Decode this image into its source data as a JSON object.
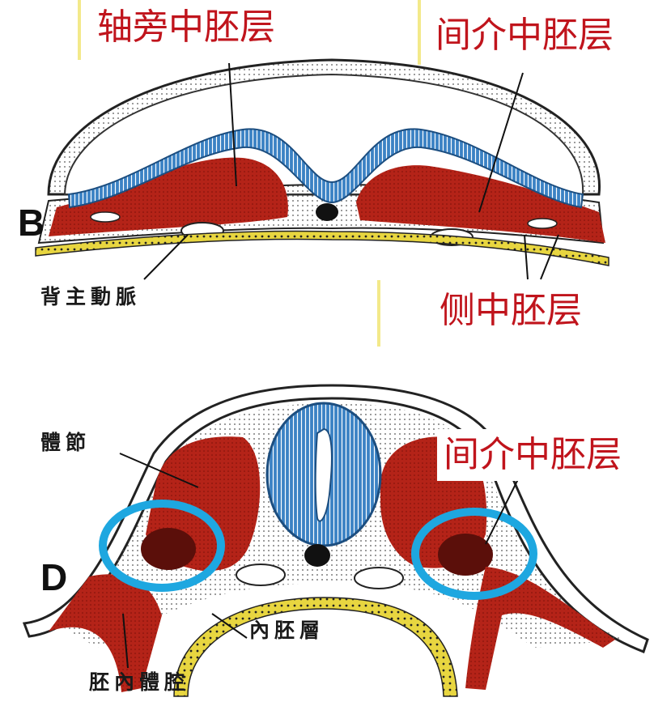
{
  "panels": {
    "top": {
      "letter": "B",
      "labels": {
        "paraxial": "轴旁中胚层",
        "intermediate": "间介中胚层",
        "lateral": "侧中胚层",
        "aorta": "背主動脈"
      }
    },
    "bottom": {
      "letter": "D",
      "labels": {
        "somite": "體節",
        "intermediate": "间介中胚层",
        "endoderm": "內胚層",
        "coelom": "胚內體腔"
      }
    }
  },
  "colors": {
    "mesoderm": "#b42318",
    "neural": "#3b82c4",
    "endoderm": "#e8d640",
    "highlight": "#1ea7e0",
    "label_red": "#c0141c"
  }
}
